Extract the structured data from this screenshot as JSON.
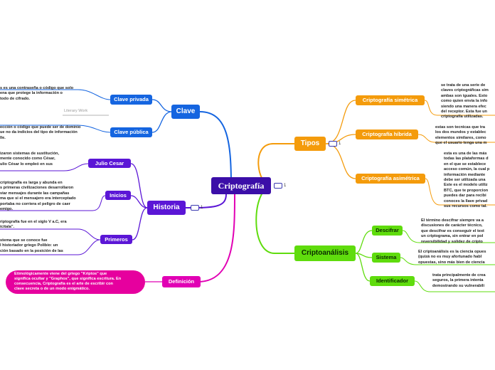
{
  "central": {
    "label": "Criptografía",
    "badge": "1"
  },
  "colors": {
    "central": "#3b0ea8",
    "clave": "#1565e0",
    "historia": "#5b16d6",
    "definicion": "#e100b4",
    "tipos": "#f49b0b",
    "criptoanalisis": "#5fdc0d"
  },
  "clave": {
    "label": "Clave",
    "privada": {
      "label": "Clave privada",
      "note": [
        "s es una contraseña o código que solo",
        "ena que protege la información o",
        "todo de cifrado."
      ],
      "tag": "Literary Work"
    },
    "publica": {
      "label": "Clave pública",
      "note": [
        "ección o código que puede ser de dominio",
        "ue no da indicios del tipo de información",
        "lle."
      ]
    }
  },
  "historia": {
    "label": "Historia",
    "badge": "1",
    "julio": {
      "label": "Julio Cesar",
      "note": [
        "izaron sistemas de sustitución,",
        "mente conocido como César,",
        "ulio César lo empleó en sus"
      ]
    },
    "inicios": {
      "label": "Inicios",
      "note": [
        "criptografía es larga y abunda en",
        "s primeras civilizaciones desarrollaron",
        "viar mensajes durante las campañas",
        "ma que si el mensajero era interceptado",
        "portaba no corriera el peligro de caer",
        "emigo."
      ]
    },
    "primeros": {
      "label": "Primeros",
      "note1": [
        "riptografía fue en el siglo V a.C, era",
        "ícitala\"."
      ],
      "note2": [
        "stema que se conoce fue",
        "l historiador griego Polibio: un",
        "ción basado en la posición de las"
      ]
    }
  },
  "definicion": {
    "label": "Definición",
    "text": [
      "Etimológicamente viene del griego \"Kriptos\" que",
      "significa ocultar y \"Graphos\", que significa escritura. En",
      "consecuencia, Criptografía es el arte de escribir con",
      "clave secreta o de un modo enigmático."
    ]
  },
  "tipos": {
    "label": "Tipos",
    "badge": "1",
    "simetrica": {
      "label": "Criptografía simétrica",
      "note": [
        "se trata de una serie de",
        "claves criptográficas sim",
        "ambas son iguales. Esto",
        "como quien envía la info",
        "siendo una manera efec",
        "del receptor. Esta fue un",
        "criptografía utilizadas."
      ]
    },
    "hibrida": {
      "label": "Criptografía híbrida",
      "note": [
        "estas son tecnicas que tra",
        "los dos mundos y establec",
        "elementos similares, como",
        "que el usuario tenga una m"
      ]
    },
    "asimetrica": {
      "label": "Criptografía asimétrica",
      "note": [
        "esta es una de las más",
        "todas las plataformas d",
        "en el que se establece",
        "acceso común, la cual p",
        "información mediante",
        "debe ser utilizada una",
        "Este es el modelo utiliz",
        "BTC, que te proporcion",
        "puedes dar para recibi",
        "conoces la llave privad",
        "sus recursos como tal."
      ]
    }
  },
  "criptoanalisis": {
    "label": "Criptoanálisis",
    "descifrar": {
      "label": "Descifrar",
      "note": [
        "El término descifrar siempre va a",
        "discusiones de carácter técnico,",
        "que descifrar es conseguir el text",
        "un criptograma, sin entrar en pol",
        "reversibilidad y solidez de cripto"
      ]
    },
    "sistema": {
      "label": "Sistema",
      "note": [
        "El criptoanálisis es la ciencia opues",
        "(quizá no es muy afortunado habl",
        "opuestas, sino más bien de ciencia"
      ]
    },
    "identificador": {
      "label": "Identificador",
      "note": [
        "trata principalmente de crea",
        "seguros, la primera intenta",
        "demostrando su vulnerabili"
      ]
    }
  }
}
